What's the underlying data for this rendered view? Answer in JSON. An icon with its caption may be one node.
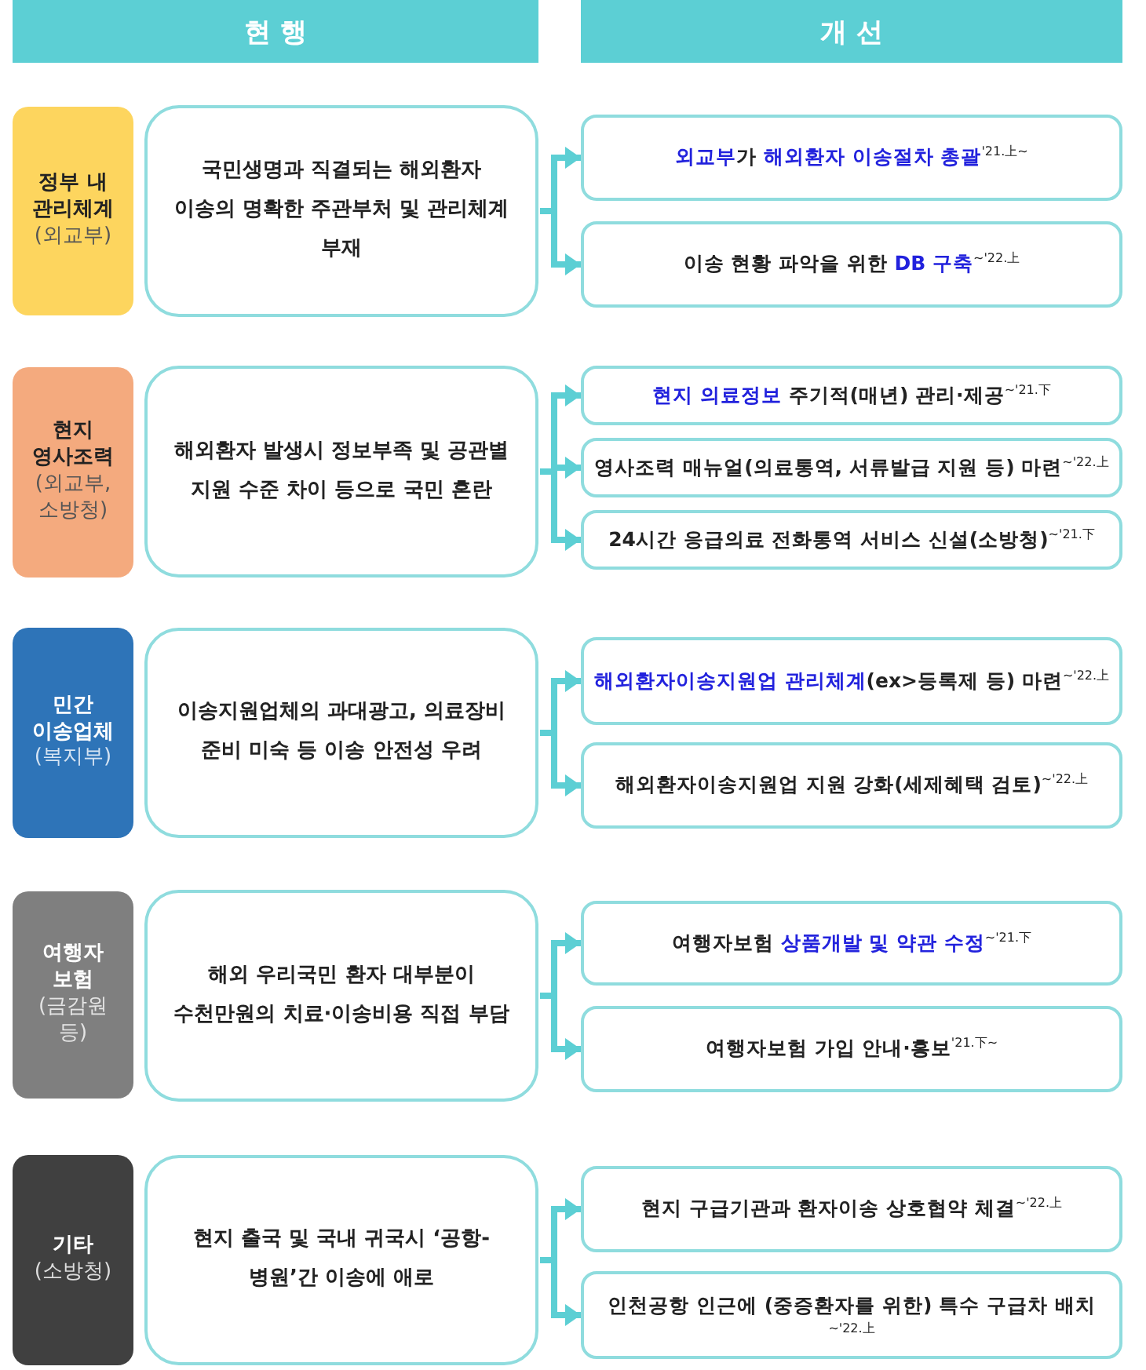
{
  "diagram": {
    "nodes": [
      {
        "text": [
          "현 행"
        ]
      },
      {
        "text": [
          "개 선"
        ]
      },
      {
        "text": [
          "정부 내 관리체계",
          "(외교부)"
        ]
      },
      {
        "text": [
          "국민생명과 직결되는 해외환자 이송의 명확한 주관부처 및 관리체계 부재"
        ]
      },
      {
        "text": [
          "**외교부**가 **해외환자 이송절차 총괄**$^{'21.上~}$"
        ]
      },
      {
        "text": [
          "이송 현황 파악을 위한 **DB 구축**$^{~'22.上}$"
        ]
      },
      {
        "text": [
          "현지 영사조력",
          "(외교부, 소방청)"
        ]
      },
      {
        "text": [
          "해외환자 발생시 정보부족 및 공관별 지원 수준 차이 등으로 국민 혼란"
        ]
      },
      {
        "text": [
          "**현지 의료정보** 주기적(매년) 관리·제공$^{~'21.下}$"
        ]
      },
      {
        "text": [
          "영사조력 매뉴얼(의료통역, 서류발급 지원 등) 마련$^{~'22.上}$"
        ]
      },
      {
        "text": [
          "24시간 응급의료 전화통역 서비스 신설(소방청)$^{~'21.下}$"
        ]
      },
      {
        "text": [
          "민간 이송업체",
          "(복지부)"
        ]
      },
      {
        "text": [
          "이송지원업체의 과대광고, 의료장비 준비 미숙 등 이송 안전성 우려"
        ]
      },
      {
        "text": [
          "**해외환자이송지원업 관리체계**(ex>등록제 등) 마련$^{~'22.上}$"
        ]
      },
      {
        "text": [
          "해외환자이송지원업 지원 강화(세제혜택 검토)$^{~'22.上}$"
        ]
      },
      {
        "text": [
          "여행자 보험",
          "(금감원 등)"
        ]
      },
      {
        "text": [
          "해외 우리국민 환자 대부분이 수천만원의 치료·이송비용 직접 부담"
        ]
      },
      {
        "text": [
          "여행자보험 **상품개발 및 약관 수정**$^{~'21.下}$"
        ]
      },
      {
        "text": [
          "여행자보험 가입 안내·홍보$^{'21.下~}$"
        ]
      },
      {
        "text": [
          "기타",
          "(소방청)"
        ]
      },
      {
        "text": [
          "현지 출국 및 국내 귀국시 ‘공항-병원’간 이송에 애로"
        ]
      },
      {
        "text": [
          "현지 구급기관과 환자이송 상호협약 체결$^{~'22.上}$"
        ]
      },
      {
        "text": [
          "인천공항 인근에 (중증환자를 위한) 특수 구급차 배치$^{~'22.上}$"
        ]
      }
    ],
    "edges": [
      {
        "from": 3,
        "to": 4,
        "arrow": "to"
      },
      {
        "from": 3,
        "to": 5,
        "arrow": "to"
      },
      {
        "from": 7,
        "to": 8,
        "arrow": "to"
      },
      {
        "from": 7,
        "to": 9,
        "arrow": "to"
      },
      {
        "from": 7,
        "to": 10,
        "arrow": "to"
      },
      {
        "from": 12,
        "to": 13,
        "arrow": "to"
      },
      {
        "from": 12,
        "to": 14,
        "arrow": "to"
      },
      {
        "from": 16,
        "to": 17,
        "arrow": "to"
      },
      {
        "from": 16,
        "to": 18,
        "arrow": "to"
      },
      {
        "from": 20,
        "to": 21,
        "arrow": "to"
      },
      {
        "from": 20,
        "to": 22,
        "arrow": "to"
      }
    ]
  }
}
